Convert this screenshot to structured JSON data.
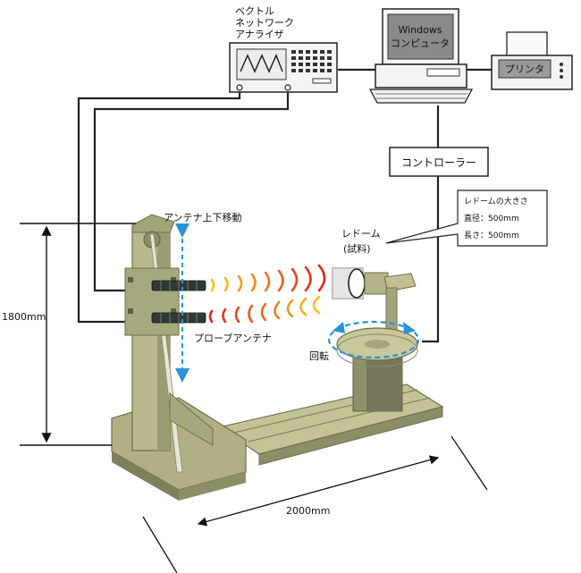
{
  "labels": {
    "vna_line1": "ベクトル",
    "vna_line2": "ネットワーク",
    "vna_line3": "アナライザ",
    "computer_line1": "Windows",
    "computer_line2": "コンピュータ",
    "printer": "プリンタ",
    "controller": "コントローラー",
    "antenna_motion": "アンテナ上下移動",
    "radome_line1": "レドーム",
    "radome_line2": "(試料)",
    "callout_title": "レドームの大きさ",
    "callout_diameter": "直径：500mm",
    "callout_length": "長さ：500mm",
    "probe_antenna": "プローブアンテナ",
    "rotation": "回転",
    "height_dim": "1800mm",
    "length_dim": "2000mm"
  },
  "colors": {
    "wave_red": "#e3251b",
    "wave_orange": "#f08a1c",
    "wave_yellow": "#f6c21c",
    "arrow_blue": "#2a93d8",
    "apparatus": "#b9b98c",
    "apparatus_dark": "#7d7d5a",
    "screen_gray": "#8a8a8a"
  }
}
